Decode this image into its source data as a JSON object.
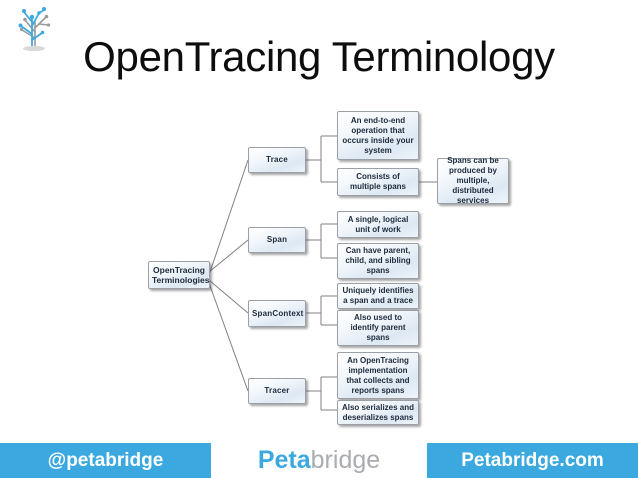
{
  "slide": {
    "title": "OpenTracing Terminology",
    "background": "#ffffff"
  },
  "logo": {
    "name": "petabridge-circuit-tree-logo",
    "colors": {
      "blue": "#3ba9e0",
      "gray": "#9a9a9a"
    }
  },
  "diagram": {
    "root": {
      "line1": "OpenTracing",
      "line2": "Terminologies"
    },
    "branches": [
      {
        "label": "Trace",
        "details": [
          {
            "text": "An end-to-end operation that occurs inside your system"
          },
          {
            "text": "Consists of multiple spans"
          }
        ]
      },
      {
        "label": "Span",
        "details": [
          {
            "text": "A single, logical unit of work"
          },
          {
            "text": "Can have parent, child, and sibling spans"
          }
        ]
      },
      {
        "label": "SpanContext",
        "details": [
          {
            "text": "Uniquely identifies a span and a trace"
          },
          {
            "text": "Also used to identify parent spans"
          }
        ]
      },
      {
        "label": "Tracer",
        "details": [
          {
            "text": "An OpenTracing implementation that collects and reports spans"
          },
          {
            "text": "Also serializes and deserializes spans"
          }
        ]
      }
    ],
    "sub_detail": {
      "text": "Spans can be produced by multiple, distributed services"
    },
    "styles": {
      "node_border": "#9aa0a6",
      "node_text": "#1c2a3a",
      "connector": "#808080"
    }
  },
  "footer": {
    "background": "#3ba9e0",
    "handle": "@petabridge",
    "logo_first": "Peta",
    "logo_second": "bridge",
    "website": "Petabridge.com"
  }
}
